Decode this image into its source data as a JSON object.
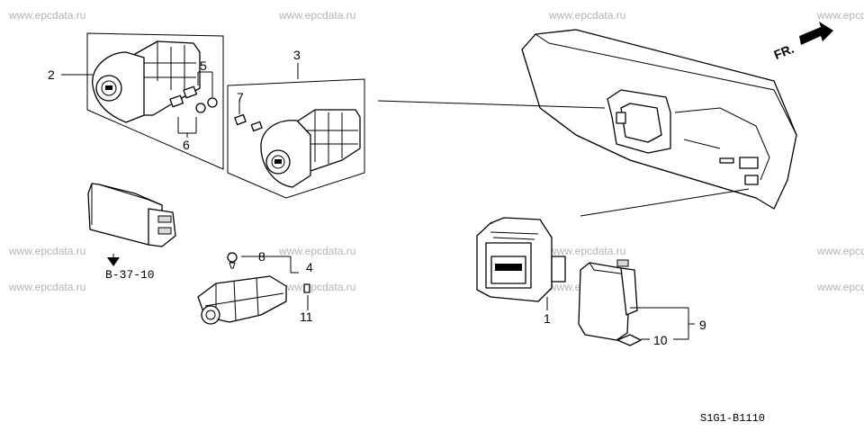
{
  "watermark": "www.epcdata.ru",
  "diagram_code": "S1G1-B1110",
  "direction_marker": "FR.",
  "cross_reference": "B-37-10",
  "callouts": [
    "1",
    "2",
    "3",
    "4",
    "5",
    "6",
    "7",
    "8",
    "9",
    "10",
    "11"
  ]
}
